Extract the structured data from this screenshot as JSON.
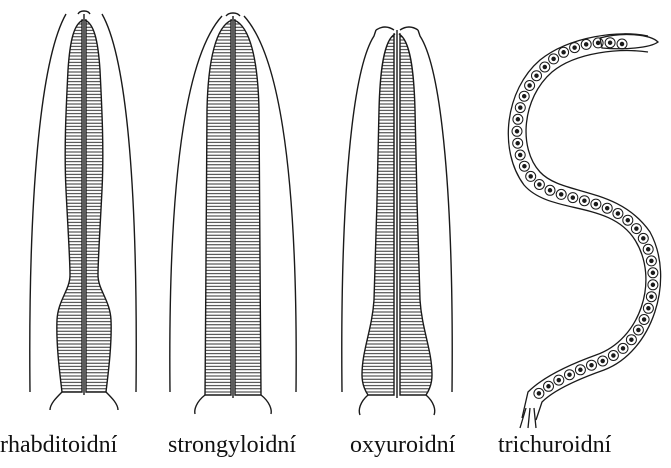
{
  "figure": {
    "ink_color": "#1a1a1a",
    "background": "#ffffff",
    "panels": [
      {
        "id": "rhabditoid",
        "caption": "rhabditoidní",
        "icon": "rhabditoid-esophagus-icon"
      },
      {
        "id": "strongyloid",
        "caption": "strongyloidní",
        "icon": "strongyloid-esophagus-icon"
      },
      {
        "id": "oxyuroid",
        "caption": "oxyuroidní",
        "icon": "oxyuroid-esophagus-icon"
      },
      {
        "id": "trichuroid",
        "caption": "trichuroidní",
        "icon": "trichuroid-esophagus-icon"
      }
    ]
  }
}
